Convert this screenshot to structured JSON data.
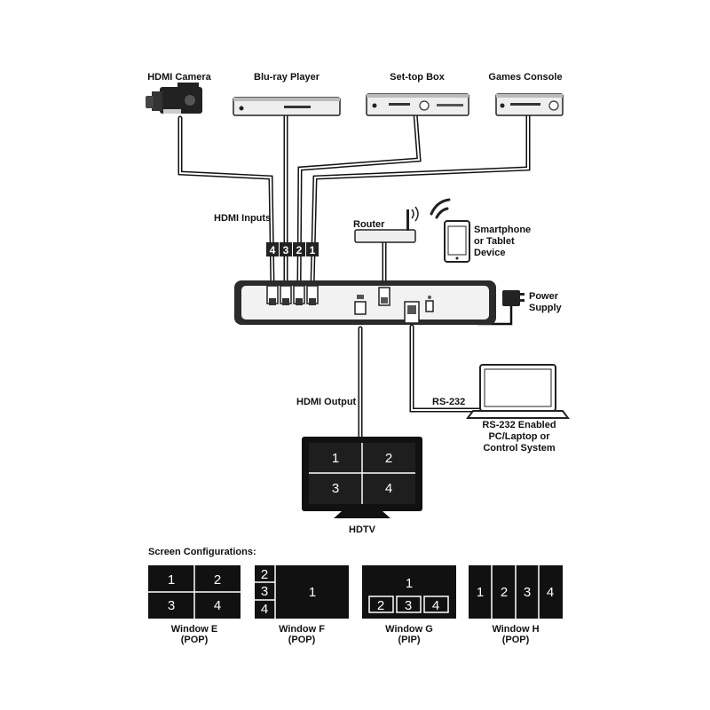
{
  "sources": {
    "hdmi_camera": "HDMI Camera",
    "bluray_player": "Blu-ray Player",
    "settop_box": "Set-top Box",
    "games_console": "Games Console"
  },
  "labels": {
    "hdmi_inputs": "HDMI Inputs",
    "router": "Router",
    "smartphone_line1": "Smartphone",
    "smartphone_line2": "or Tablet",
    "smartphone_line3": "Device",
    "power_line1": "Power",
    "power_line2": "Supply",
    "hdmi_output": "HDMI Output",
    "rs232": "RS-232",
    "pc_line1": "RS-232 Enabled",
    "pc_line2": "PC/Laptop or",
    "pc_line3": "Control System",
    "hdtv": "HDTV",
    "screen_configurations": "Screen Configurations:"
  },
  "ports": [
    "4",
    "3",
    "2",
    "1"
  ],
  "hdtv_windows": [
    "1",
    "2",
    "3",
    "4"
  ],
  "configurations": [
    {
      "name": "Window E",
      "mode": "(POP)",
      "windows": [
        "1",
        "2",
        "3",
        "4"
      ]
    },
    {
      "name": "Window F",
      "mode": "(POP)",
      "windows": [
        "2",
        "3",
        "4",
        "1"
      ]
    },
    {
      "name": "Window G",
      "mode": "(PIP)",
      "windows": [
        "1",
        "2",
        "3",
        "4"
      ]
    },
    {
      "name": "Window H",
      "mode": "(POP)",
      "windows": [
        "1",
        "2",
        "3",
        "4"
      ]
    }
  ]
}
